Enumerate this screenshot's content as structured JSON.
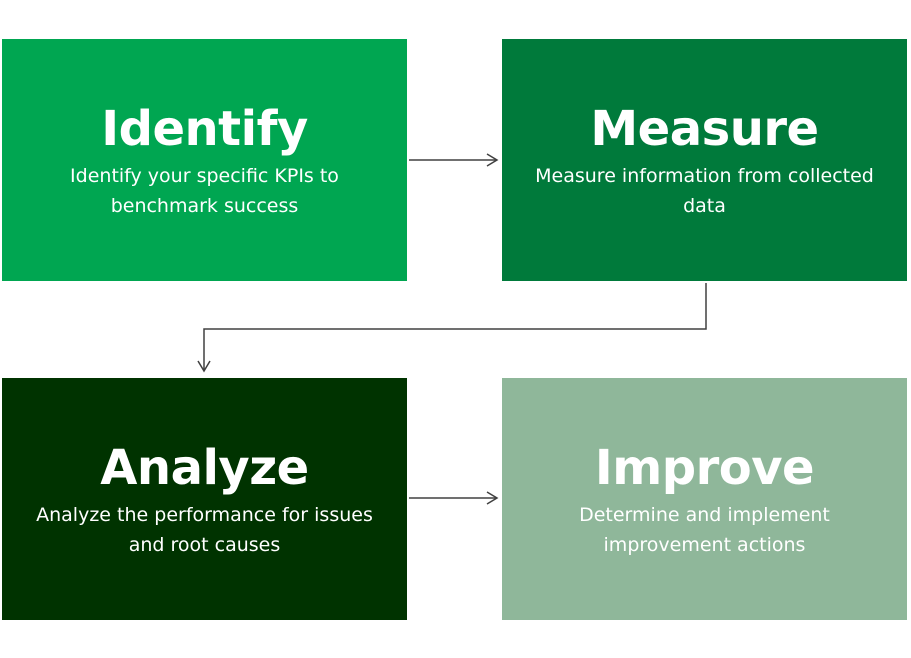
{
  "steps": [
    {
      "title": "Identify",
      "description": "Identify your specific KPIs to benchmark success",
      "color": "#00A651"
    },
    {
      "title": "Measure",
      "description": "Measure information from collected data",
      "color": "#007A3B"
    },
    {
      "title": "Analyze",
      "description": "Analyze the performance for issues and root causes",
      "color": "#003300"
    },
    {
      "title": "Improve",
      "description": "Determine and implement improvement actions",
      "color": "#8FB79A"
    }
  ],
  "arrow_color": "#404040"
}
